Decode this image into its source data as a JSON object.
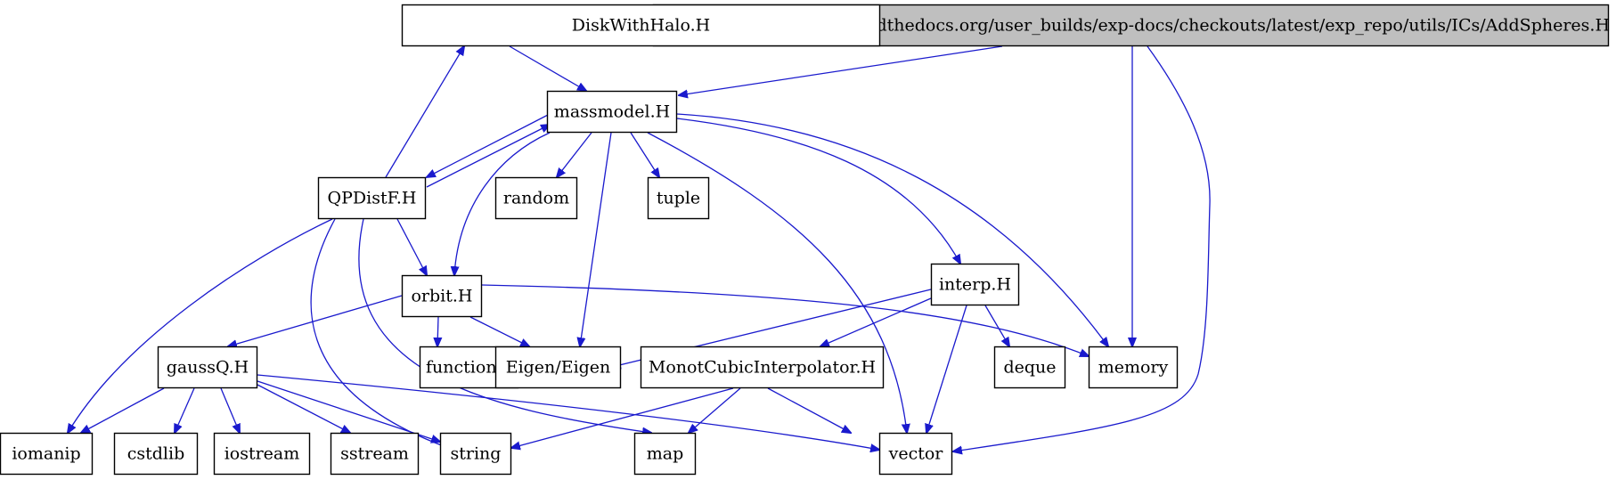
{
  "diagram": {
    "nodes": [
      {
        "id": "root",
        "label": "/home/docs/checkouts/readthedocs.org/user_builds/exp-docs/checkouts/latest/exp_repo/utils/ICs/AddSpheres.H",
        "root": true
      },
      {
        "id": "disk",
        "label": "DiskWithHalo.H"
      },
      {
        "id": "massmodel",
        "label": "massmodel.H"
      },
      {
        "id": "qpdist",
        "label": "QPDistF.H"
      },
      {
        "id": "random",
        "label": "random"
      },
      {
        "id": "tuple",
        "label": "tuple"
      },
      {
        "id": "orbit",
        "label": "orbit.H"
      },
      {
        "id": "interp",
        "label": "interp.H"
      },
      {
        "id": "gaussq",
        "label": "gaussQ.H"
      },
      {
        "id": "functional",
        "label": "functional"
      },
      {
        "id": "eigen",
        "label": "Eigen/Eigen"
      },
      {
        "id": "monot",
        "label": "MonotCubicInterpolator.H"
      },
      {
        "id": "deque",
        "label": "deque"
      },
      {
        "id": "memory",
        "label": "memory"
      },
      {
        "id": "iomanip",
        "label": "iomanip"
      },
      {
        "id": "cstdlib",
        "label": "cstdlib"
      },
      {
        "id": "iostream",
        "label": "iostream"
      },
      {
        "id": "sstream",
        "label": "sstream"
      },
      {
        "id": "string",
        "label": "string"
      },
      {
        "id": "map",
        "label": "map"
      },
      {
        "id": "vector",
        "label": "vector"
      }
    ],
    "edges": [
      {
        "from": "root",
        "to": "massmodel"
      },
      {
        "from": "root",
        "to": "memory"
      },
      {
        "from": "root",
        "to": "vector"
      },
      {
        "from": "disk",
        "to": "massmodel"
      },
      {
        "from": "qpdist",
        "to": "disk"
      },
      {
        "from": "massmodel",
        "to": "qpdist"
      },
      {
        "from": "qpdist",
        "to": "massmodel"
      },
      {
        "from": "massmodel",
        "to": "random"
      },
      {
        "from": "massmodel",
        "to": "tuple"
      },
      {
        "from": "massmodel",
        "to": "orbit"
      },
      {
        "from": "massmodel",
        "to": "eigen"
      },
      {
        "from": "massmodel",
        "to": "vector"
      },
      {
        "from": "massmodel",
        "to": "interp"
      },
      {
        "from": "massmodel",
        "to": "memory"
      },
      {
        "from": "qpdist",
        "to": "orbit"
      },
      {
        "from": "qpdist",
        "to": "iomanip"
      },
      {
        "from": "qpdist",
        "to": "string"
      },
      {
        "from": "qpdist",
        "to": "map"
      },
      {
        "from": "orbit",
        "to": "gaussq"
      },
      {
        "from": "orbit",
        "to": "functional"
      },
      {
        "from": "orbit",
        "to": "eigen"
      },
      {
        "from": "orbit",
        "to": "memory"
      },
      {
        "from": "interp",
        "to": "eigen"
      },
      {
        "from": "interp",
        "to": "monot"
      },
      {
        "from": "interp",
        "to": "deque"
      },
      {
        "from": "interp",
        "to": "vector"
      },
      {
        "from": "monot",
        "to": "string"
      },
      {
        "from": "monot",
        "to": "map"
      },
      {
        "from": "monot",
        "to": "vector"
      },
      {
        "from": "gaussq",
        "to": "iomanip"
      },
      {
        "from": "gaussq",
        "to": "cstdlib"
      },
      {
        "from": "gaussq",
        "to": "iostream"
      },
      {
        "from": "gaussq",
        "to": "sstream"
      },
      {
        "from": "gaussq",
        "to": "string"
      },
      {
        "from": "gaussq",
        "to": "vector"
      }
    ]
  }
}
